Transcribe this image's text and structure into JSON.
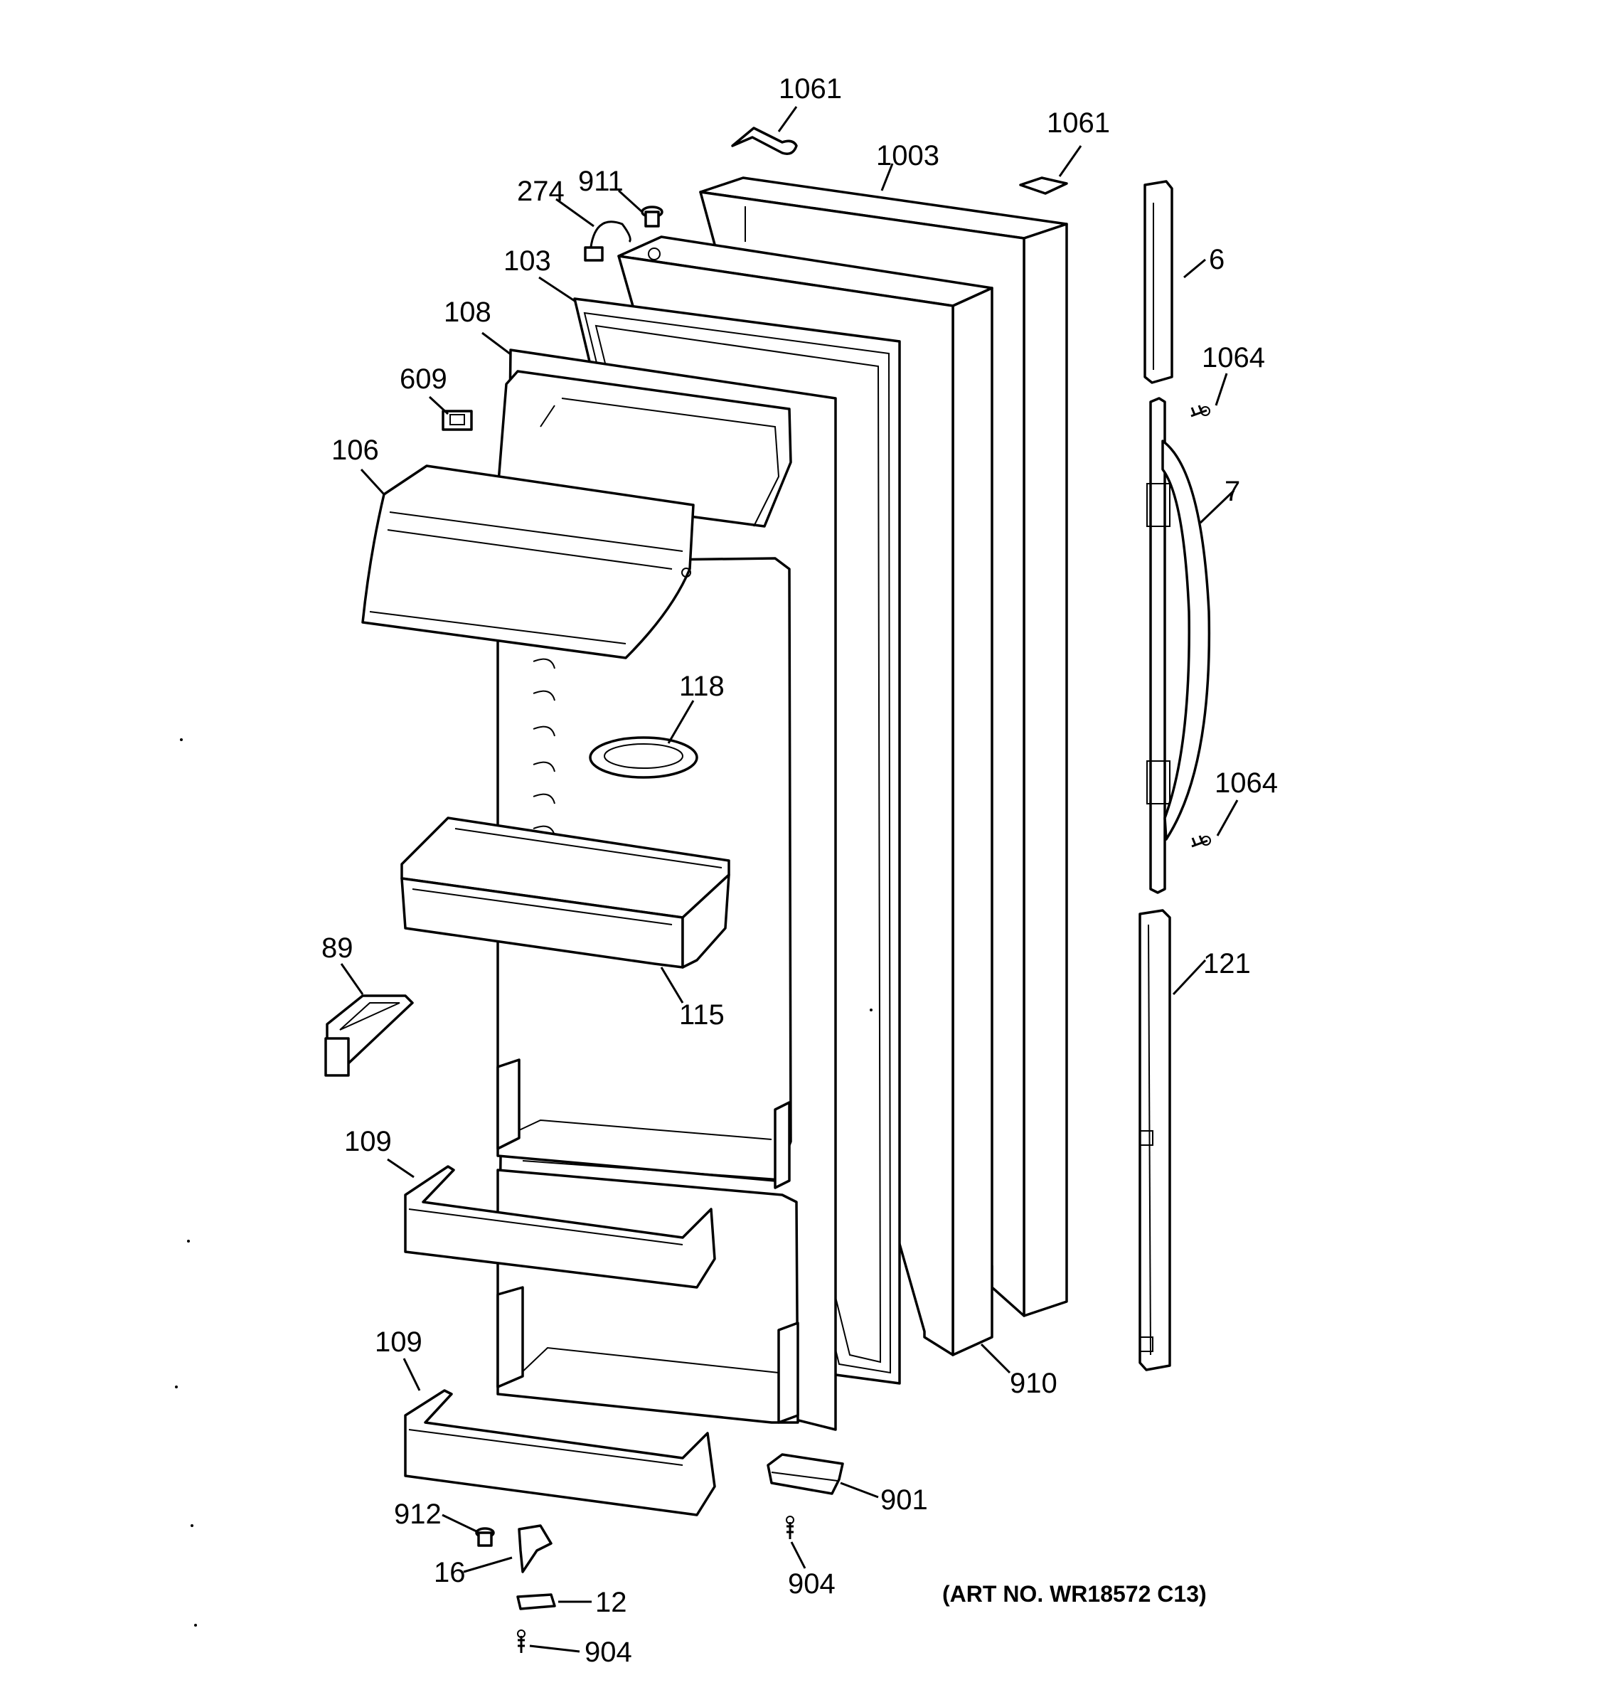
{
  "callouts": {
    "c1061a": "1061",
    "c1061b": "1061",
    "c1003": "1003",
    "c911": "911",
    "c274": "274",
    "c103": "103",
    "c108": "108",
    "c609": "609",
    "c106": "106",
    "c6": "6",
    "c1064a": "1064",
    "c7": "7",
    "c1064b": "1064",
    "c118": "118",
    "c89": "89",
    "c115": "115",
    "c121": "121",
    "c109a": "109",
    "c109b": "109",
    "c910": "910",
    "c901": "901",
    "c912": "912",
    "c16": "16",
    "c12": "12",
    "c904a": "904",
    "c904b": "904"
  },
  "art_number": "(ART NO. WR18572 C13)"
}
